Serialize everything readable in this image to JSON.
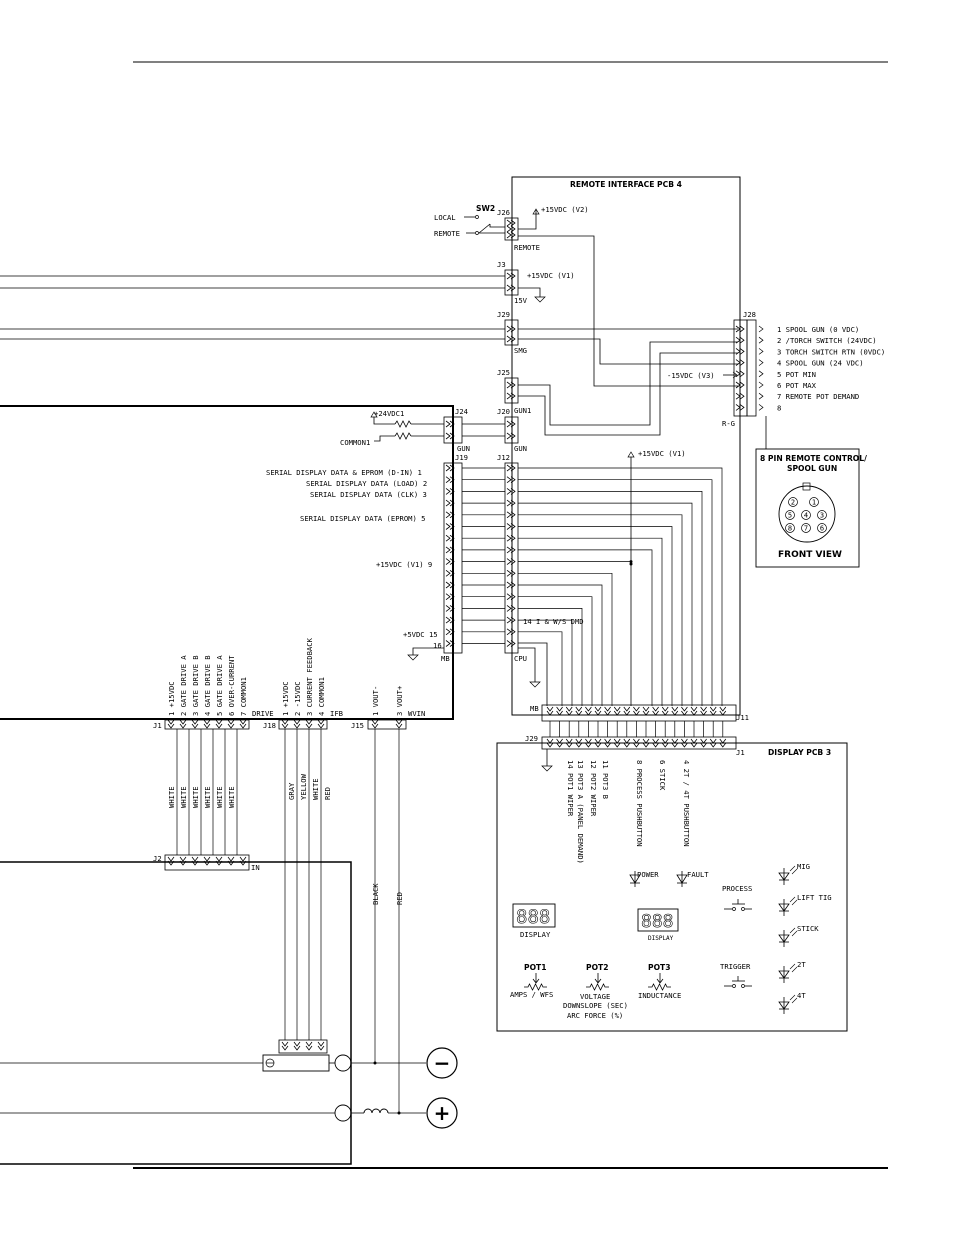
{
  "boards": {
    "remote_interface": "REMOTE INTERFACE PCB 4",
    "display": "DISPLAY PCB 3"
  },
  "switch": {
    "name": "SW2",
    "local": "LOCAL",
    "remote": "REMOTE"
  },
  "remote_board": {
    "j26": "J26",
    "v2": "+15VDC (V2)",
    "remote_tag": "REMOTE",
    "j3": "J3",
    "v1": "+15VDC (V1)",
    "v15": "15V",
    "j29": "J29",
    "smg": "SMG",
    "j25": "J25",
    "j20": "J20",
    "gun1": "GUN1",
    "gun": "GUN",
    "j12": "J12",
    "cpu": "CPU",
    "v1b": "+15VDC (V1)",
    "dmd": "14 I & W/S DMD",
    "mb": "MB",
    "j11": "J11",
    "j28": "J28",
    "rg": "R-G",
    "v3": "-15VDC (V3)"
  },
  "j28_pins": [
    "1 SPOOL GUN (0 VDC)",
    "2 /TORCH SWITCH (24VDC)",
    "3 TORCH SWITCH RTN (0VDC)",
    "4 SPOOL GUN (24 VDC)",
    "5 POT MIN",
    "6 POT MAX",
    "7 REMOTE POT DEMAND",
    "8"
  ],
  "connector_view": {
    "title": "8 PIN REMOTE CONTROL/ SPOOL GUN",
    "caption": "FRONT VIEW",
    "pins": [
      "1",
      "2",
      "3",
      "4",
      "5",
      "6",
      "7",
      "8"
    ]
  },
  "main_board": {
    "v24": "+24VDC1",
    "common1": "COMMON1",
    "j24": "J24",
    "gun": "GUN",
    "j19": "J19",
    "v5": "+5VDC 15",
    "p16": "16",
    "mb": "MB",
    "pins": [
      "SERIAL DISPLAY DATA & EPROM (D-IN) 1",
      "SERIAL DISPLAY DATA (LOAD) 2",
      "SERIAL DISPLAY DATA (CLK) 3",
      "SERIAL DISPLAY DATA (EPROM) 5",
      "+15VDC (V1) 9"
    ]
  },
  "lower_connectors": {
    "j1": "J1",
    "drive": "DRIVE",
    "j1_pins": [
      "1 +15VDC",
      "2 GATE DRIVE A",
      "3 GATE DRIVE B",
      "4 GATE DRIVE B",
      "5 GATE DRIVE A",
      "6 OVER-CURRENT",
      "7 COMMON1"
    ],
    "j18": "J18",
    "ifb": "IFB",
    "j18_pins": [
      "1 +15VDC",
      "2 -15VDC",
      "3 CURRENT FEEDBACK",
      "4 COMMON1"
    ],
    "j15": "J15",
    "wvin": "WVIN",
    "j15_pins": [
      "1 VOUT-",
      "3 VOUT+"
    ],
    "j1_wires": [
      "WHITE",
      "WHITE",
      "WHITE",
      "WHITE",
      "WHITE",
      "WHITE"
    ],
    "j18_wires": [
      "GRAY",
      "YELLOW",
      "WHITE",
      "RED"
    ],
    "j15_wires": [
      "BLACK",
      "RED"
    ],
    "j2": "J2",
    "in": "IN"
  },
  "display_board": {
    "j29": "J29",
    "j1": "J1",
    "pin_labels": [
      "14 POT1 WIPER",
      "13 POT3 A (PANEL DEMAND)",
      "12 POT2 WIPER",
      "11 POT3 B",
      "8 PROCESS PUSHBUTTON",
      "6 STICK",
      "4 2T / 4T PUSHBUTTON"
    ],
    "power": "POWER",
    "fault": "FAULT",
    "process": "PROCESS",
    "trigger": "TRIGGER",
    "display1": "DISPLAY",
    "display2": "DISPLAY",
    "seg1": "888",
    "seg2": "888",
    "pot1": "POT1",
    "pot1_desc": "AMPS / WFS",
    "pot2": "POT2",
    "pot2_desc": [
      "VOLTAGE",
      "DOWNSLOPE (SEC)",
      "ARC FORCE (%)"
    ],
    "pot3": "POT3",
    "pot3_desc": "INDUCTANCE",
    "leds": [
      "MIG",
      "LIFT TIG",
      "STICK",
      "2T",
      "4T"
    ]
  },
  "terminals": {
    "neg": "−",
    "pos": "+"
  }
}
